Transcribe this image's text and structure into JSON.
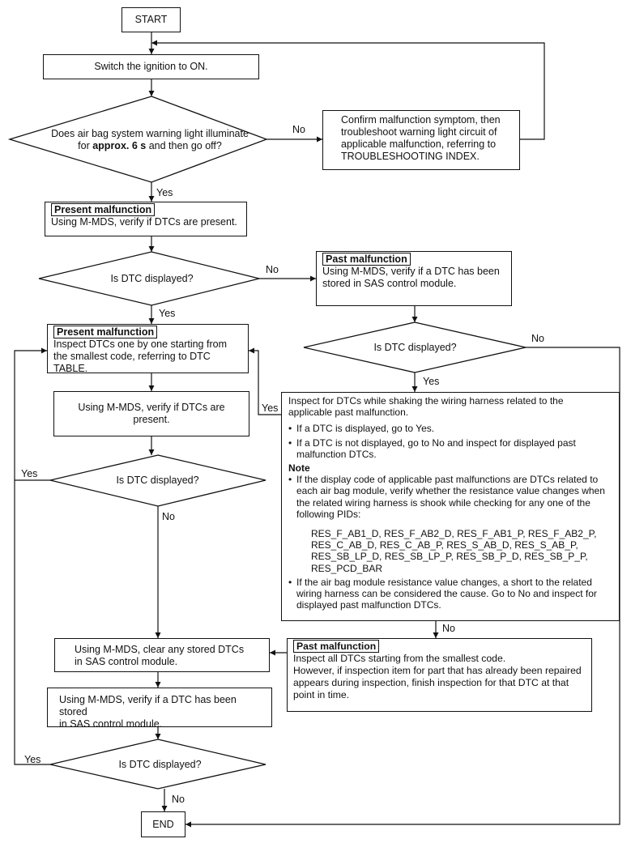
{
  "start": "START",
  "end": "END",
  "yes": "Yes",
  "no": "No",
  "switch_on": "Switch the ignition to ON.",
  "q_warning": {
    "line1": "Does air bag system warning light illuminate",
    "line2_pre": "for ",
    "line2_bold": "approx. 6 s",
    "line2_post": " and then go off?"
  },
  "confirm_box": [
    "Confirm malfunction symptom, then",
    "troubleshoot warning light circuit of",
    "applicable malfunction, referring to",
    "TROUBLESHOOTING INDEX."
  ],
  "present_1": {
    "tag": "Present malfunction",
    "text": "Using M-MDS, verify if DTCs are present."
  },
  "q_dtc": "Is DTC displayed?",
  "past_1": {
    "tag": "Past malfunction",
    "lines": [
      "Using M-MDS, verify if a DTC has been",
      "stored in SAS control module."
    ]
  },
  "present_2": {
    "tag": "Present malfunction",
    "lines": [
      "Inspect DTCs one by one starting from",
      "the smallest code, referring to DTC TABLE."
    ]
  },
  "verify_present": "Using M-MDS, verify if DTCs are present.",
  "shake_box": {
    "intro": [
      "Inspect for DTCs while shaking the wiring harness related to the",
      "applicable past malfunction."
    ],
    "bullet1": "If a DTC is displayed, go to Yes.",
    "bullet2": [
      "If a DTC is not displayed, go to No and inspect for displayed past",
      "malfunction DTCs."
    ],
    "note_title": "Note",
    "note1": [
      "If the display code of applicable past malfunctions are DTCs related to",
      "each air bag module, verify whether the resistance value changes when",
      "the related wiring harness is shook while checking for any one of the",
      "following PIDs:"
    ],
    "pids": [
      "RES_F_AB1_D, RES_F_AB2_D, RES_F_AB1_P, RES_F_AB2_P,",
      "RES_C_AB_D, RES_C_AB_P, RES_S_AB_D, RES_S_AB_P,",
      "RES_SB_LP_D, RES_SB_LP_P, RES_SB_P_D, RES_SB_P_P,",
      "RES_PCD_BAR"
    ],
    "note2": [
      "If the air bag module resistance value changes, a short to the related",
      "wiring harness can be considered the cause. Go to No and inspect for",
      "displayed past malfunction DTCs."
    ]
  },
  "clear_box": [
    "Using M-MDS, clear any stored DTCs",
    "in SAS control module."
  ],
  "verify_stored": [
    "Using M-MDS, verify if a DTC has been stored",
    "in SAS control module."
  ],
  "past_2": {
    "tag": "Past malfunction",
    "lines": [
      "Inspect all DTCs starting from the smallest code.",
      "However, if inspection item for part that has already been repaired",
      "appears during inspection, finish inspection for that DTC at that",
      "point in time."
    ]
  }
}
